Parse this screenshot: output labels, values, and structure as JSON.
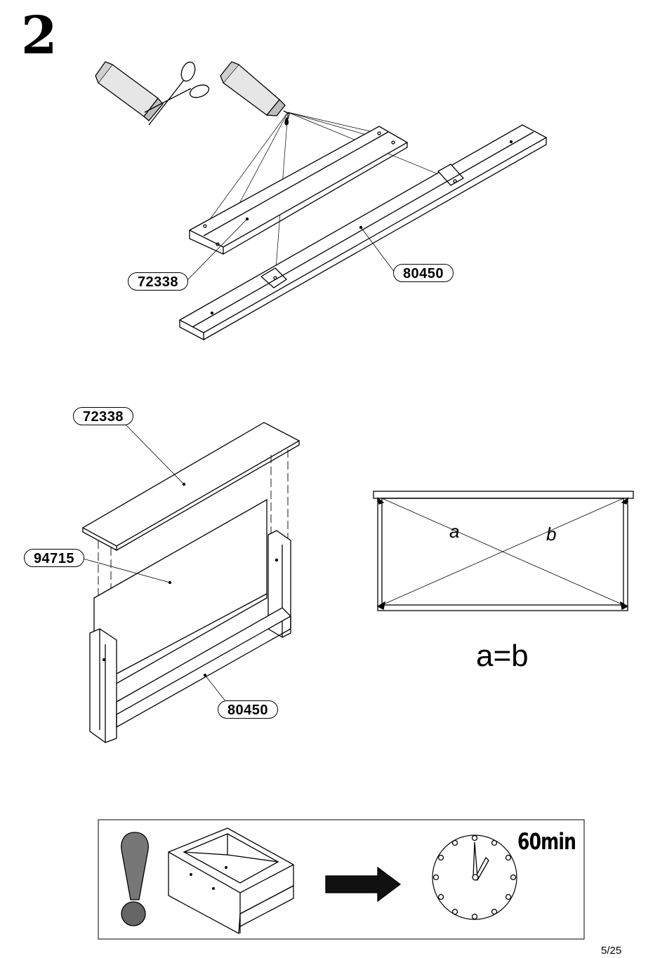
{
  "step": {
    "number": "2"
  },
  "top_assembly": {
    "part_label_left": "72338",
    "part_label_right": "80450"
  },
  "middle_assembly": {
    "part_label_top": "72338",
    "part_label_side": "94715",
    "part_label_bottom": "80450"
  },
  "diagonal_check": {
    "label_a": "a",
    "label_b": "b",
    "equation": "a=b"
  },
  "drying_notice": {
    "duration": "60min"
  },
  "footer": {
    "page": "5/25"
  }
}
